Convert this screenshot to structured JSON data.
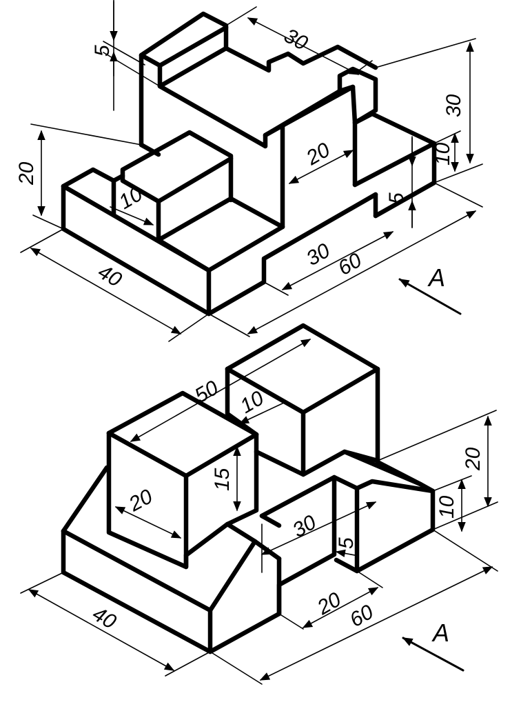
{
  "figure_top": {
    "dimensions": {
      "d5": "5",
      "d30_top": "30",
      "d30_right": "30",
      "d10_right": "10",
      "d5_right": "5",
      "d20_left": "20",
      "d10_slot": "10",
      "d20_mid": "20",
      "d30_base": "30",
      "d60": "60",
      "d40": "40"
    },
    "view_label": "A"
  },
  "figure_bottom": {
    "dimensions": {
      "d50": "50",
      "d10": "10",
      "d15": "15",
      "d20_block": "20",
      "d20_right": "20",
      "d10_right": "10",
      "d30": "30",
      "d5": "5",
      "d20_base": "20",
      "d60": "60",
      "d40": "40"
    },
    "view_label": "A"
  }
}
